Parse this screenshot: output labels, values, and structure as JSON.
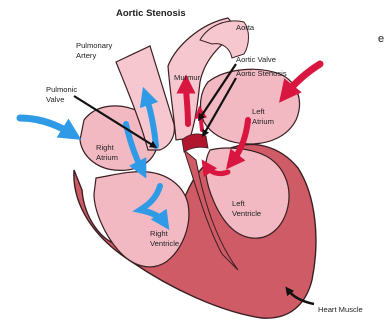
{
  "diagram": {
    "title": "Aortic Stenosis",
    "labels": {
      "pulmonary_artery_1": "Pulmonary",
      "pulmonary_artery_2": "Artery",
      "pulmonic_valve_1": "Pulmonic",
      "pulmonic_valve_2": "Valve",
      "right_atrium_1": "Right",
      "right_atrium_2": "Atrium",
      "right_ventricle_1": "Right",
      "right_ventricle_2": "Ventricle",
      "aorta": "Aorta",
      "aortic_valve": "Aortic Valve",
      "aortic_stenosis": "Aortic Stenosis",
      "murmur": "Murmur",
      "left_atrium_1": "Left",
      "left_atrium_2": "Atrium",
      "left_ventricle_1": "Left",
      "left_ventricle_2": "Ventricle",
      "heart_muscle": "Heart Muscle",
      "edge_letter": "e"
    },
    "colors": {
      "muscle": "#cf5b66",
      "muscle_outline": "#3a1f22",
      "chamber": "#f3b9c3",
      "vessel": "#f7c7cf",
      "deoxygenated_flow": "#2f9be6",
      "oxygenated_flow": "#d8163f",
      "pointer": "#111111",
      "background": "#ffffff"
    }
  }
}
